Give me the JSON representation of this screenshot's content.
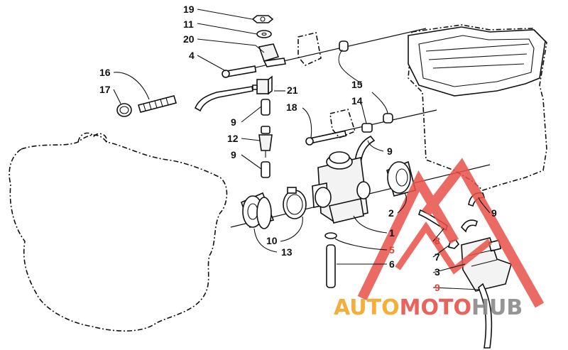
{
  "callouts": [
    {
      "id": "19",
      "label": "19"
    },
    {
      "id": "11",
      "label": "11"
    },
    {
      "id": "20",
      "label": "20"
    },
    {
      "id": "4",
      "label": "4"
    },
    {
      "id": "16",
      "label": "16"
    },
    {
      "id": "17",
      "label": "17"
    },
    {
      "id": "21",
      "label": "21"
    },
    {
      "id": "15",
      "label": "15"
    },
    {
      "id": "14",
      "label": "14"
    },
    {
      "id": "18",
      "label": "18"
    },
    {
      "id": "9a",
      "label": "9"
    },
    {
      "id": "12",
      "label": "12"
    },
    {
      "id": "9b",
      "label": "9"
    },
    {
      "id": "9c",
      "label": "9"
    },
    {
      "id": "2",
      "label": "2"
    },
    {
      "id": "9d",
      "label": "9"
    },
    {
      "id": "10",
      "label": "10"
    },
    {
      "id": "13",
      "label": "13"
    },
    {
      "id": "1",
      "label": "1"
    },
    {
      "id": "8",
      "label": "8"
    },
    {
      "id": "5",
      "label": "5"
    },
    {
      "id": "7",
      "label": "7"
    },
    {
      "id": "6",
      "label": "6"
    },
    {
      "id": "3",
      "label": "3"
    },
    {
      "id": "9e",
      "label": "9"
    }
  ],
  "watermark": {
    "parts": [
      "AUTO",
      "MOTO",
      "HUB"
    ],
    "colors": {
      "orange": "#f5a623",
      "red": "#e8524a",
      "gray": "#8a8a8a"
    }
  }
}
